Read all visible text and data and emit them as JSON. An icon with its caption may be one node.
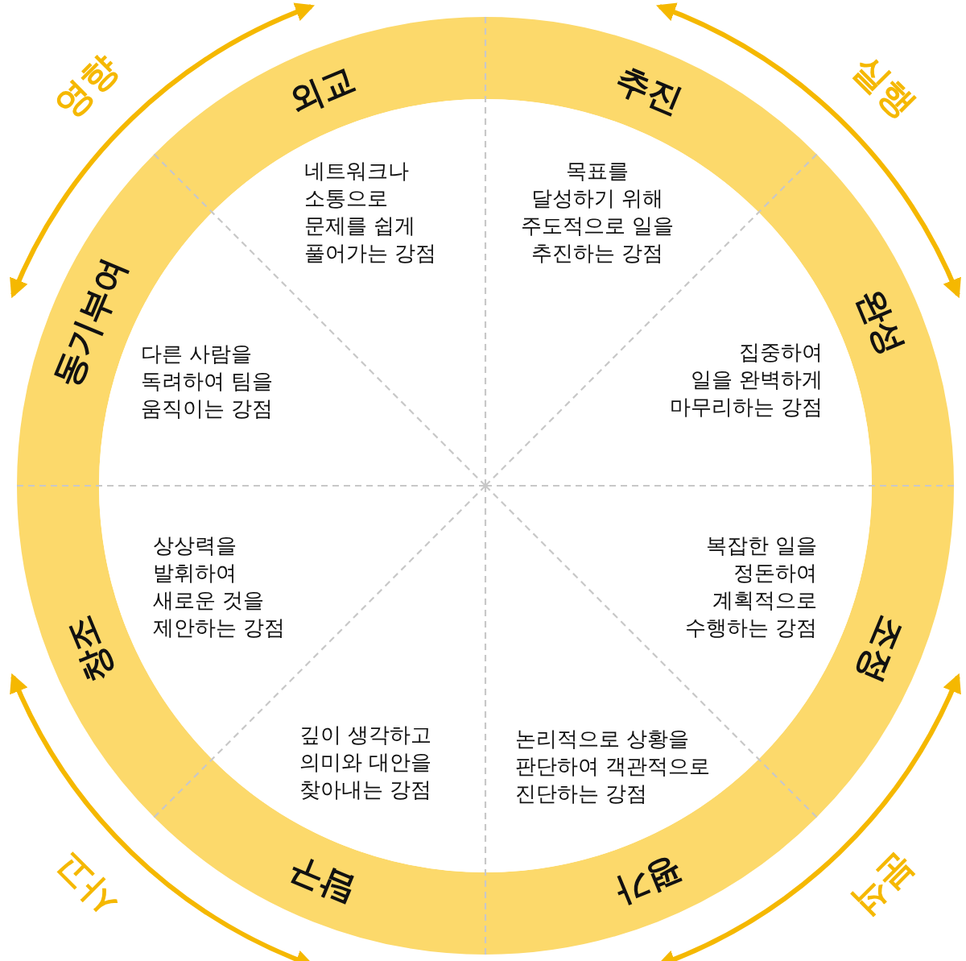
{
  "diagram": {
    "nodes": [
      {
        "text": [
          "외교",
          "네트워크나 소통으로 문제를 쉽게 풀어가는 강점"
        ]
      },
      {
        "text": [
          "추진",
          "목표를 달성하기 위해 주도적으로 일을 추진하는 강점"
        ]
      },
      {
        "text": [
          "완성",
          "집중하여 일을 완벽하게 마무리하는 강점"
        ]
      },
      {
        "text": [
          "조정",
          "복잡한 일을 정돈하여 계획적으로 수행하는 강점"
        ]
      },
      {
        "text": [
          "평가",
          "논리적으로 상황을 판단하여 객관적으로 진단하는 강점"
        ]
      },
      {
        "text": [
          "탐구",
          "깊이 생각하고 의미와 대안을 찾아내는 강점"
        ]
      },
      {
        "text": [
          "창조",
          "상상력을 발휘하여 새로운 것을 제안하는 강점"
        ]
      },
      {
        "text": [
          "동기부여",
          "다른 사람을 독려하여 팀을 움직이는 강점"
        ]
      }
    ],
    "labels": [
      "영향",
      "실행",
      "분석",
      "사고"
    ]
  }
}
